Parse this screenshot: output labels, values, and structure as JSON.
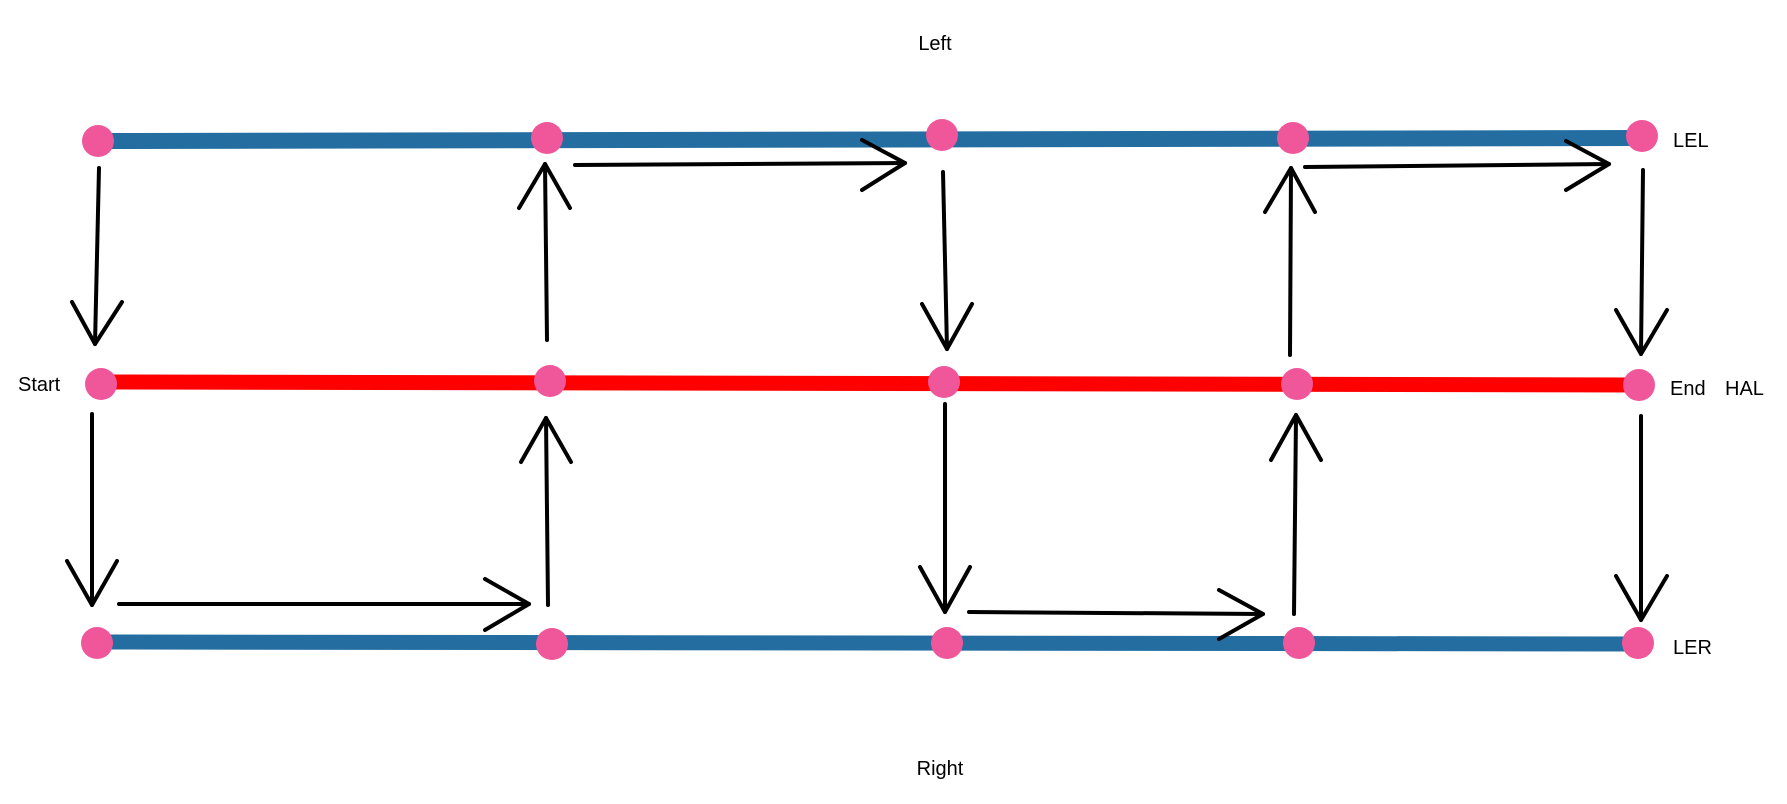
{
  "labels": {
    "top": "Left",
    "bottom": "Right",
    "start": "Start",
    "end": "End",
    "top_lane": "LEL",
    "middle_lane": "HAL",
    "bottom_lane": "LER"
  },
  "colors": {
    "top_lane": "#236da0",
    "middle_lane": "#ff0000",
    "bottom_lane": "#236da0",
    "node": "#f0579a",
    "arrow": "#000000",
    "text": "#000000",
    "background": "#ffffff"
  },
  "lanes": [
    {
      "id": "top-lane",
      "label_key": "top_lane",
      "nodes": 5
    },
    {
      "id": "middle-lane",
      "label_key": "middle_lane",
      "nodes": 5
    },
    {
      "id": "bottom-lane",
      "label_key": "bottom_lane",
      "nodes": 5
    }
  ],
  "arrows": [
    {
      "from": "top-lane.1",
      "to": "middle-lane.1",
      "direction": "down"
    },
    {
      "from": "middle-lane.2",
      "to": "top-lane.2",
      "direction": "up"
    },
    {
      "from": "top-lane.2",
      "to": "top-lane.3",
      "direction": "right"
    },
    {
      "from": "top-lane.3",
      "to": "middle-lane.3",
      "direction": "down"
    },
    {
      "from": "middle-lane.4",
      "to": "top-lane.4",
      "direction": "up"
    },
    {
      "from": "top-lane.4",
      "to": "top-lane.5",
      "direction": "right"
    },
    {
      "from": "top-lane.5",
      "to": "middle-lane.5",
      "direction": "down"
    },
    {
      "from": "middle-lane.1",
      "to": "bottom-lane.1",
      "direction": "down"
    },
    {
      "from": "bottom-lane.1",
      "to": "bottom-lane.2",
      "direction": "right"
    },
    {
      "from": "bottom-lane.2",
      "to": "middle-lane.2",
      "direction": "up"
    },
    {
      "from": "middle-lane.3",
      "to": "bottom-lane.3",
      "direction": "down"
    },
    {
      "from": "bottom-lane.3",
      "to": "bottom-lane.4",
      "direction": "right"
    },
    {
      "from": "bottom-lane.4",
      "to": "middle-lane.4",
      "direction": "up"
    },
    {
      "from": "middle-lane.5",
      "to": "bottom-lane.5",
      "direction": "down"
    }
  ]
}
